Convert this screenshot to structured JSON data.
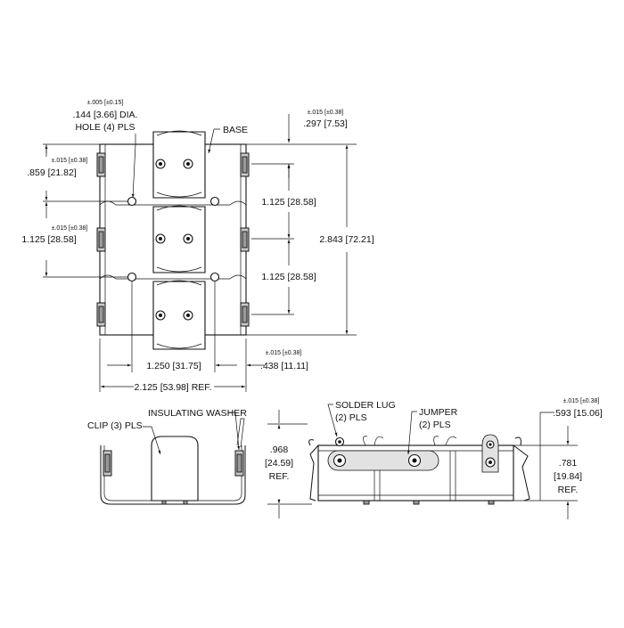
{
  "labels": {
    "hole_tol": "±.005 [±0.15]",
    "hole_dim": ".144 [3.66] DIA.",
    "hole_qty": "HOLE (4) PLS",
    "base": "BASE",
    "top_tol": "±.015 [±0.38]",
    "top_dim": ".297 [7.53]",
    "left1_tol": "±.015 [±0.38]",
    "left1_dim": ".859 [21.82]",
    "left2_tol": "±.015 [±0.38]",
    "left2_dim": "1.125 [28.58]",
    "pitch1": "1.125 [28.58]",
    "pitch2": "1.125 [28.58]",
    "overall_height": "2.843 [72.21]",
    "span_dim": "1.250 [31.75]",
    "edge_tol": "±.015 [±0.38]",
    "edge_dim": ".438 [11.11]",
    "width_dim": "2.125 [53.98] REF.",
    "clip": "CLIP (3) PLS",
    "washer": "INSULATING WASHER",
    "lug": "SOLDER LUG",
    "lug_qty": "(2) PLS",
    "jumper": "JUMPER",
    "jumper_qty": "(2) PLS",
    "side_h1": ".968",
    "side_h2": "[24.59]",
    "side_h3": "REF.",
    "right_tol": "±.015 [±0.38]",
    "right_dim": ".593 [15.06]",
    "right_h1": ".781",
    "right_h2": "[19.84]",
    "right_h3": "REF."
  }
}
